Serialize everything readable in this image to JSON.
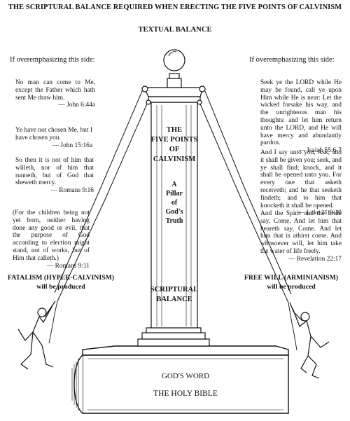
{
  "title": "THE SCRIPTURAL BALANCE REQUIRED WHEN ERECTING THE FIVE POINTS OF CALVINISM",
  "top_label": "TEXTUAL BALANCE",
  "left": {
    "warning": "If overemphasizing this side:",
    "verses": [
      {
        "text": "No man can come to Me, except the Father which hath sent Me draw him.",
        "ref": "— John 6:44a"
      },
      {
        "text": "Ye have not chosen Me, but I have chosen you.",
        "ref": "— John 15:16a"
      },
      {
        "text": "So then it is not of him that willeth, nor of him that runneth, but of God that sheweth mercy.",
        "ref": "— Romans 9:16"
      },
      {
        "text": "(For the children being not yet born, neither having done any good or evil, that the purpose of God according to election might stand, not of works, but of Him that calleth.)",
        "ref": "— Romans 9:11"
      }
    ],
    "result_title": "FATALISM (HYPER-CALVINISM)",
    "result_sub": "will be produced"
  },
  "right": {
    "warning": "If overemphasizing this side:",
    "verses": [
      {
        "text": "Seek ye the LORD while He may be found, call ye upon Him while He is near: Let the wicked forsake his way, and the unrighteous man his thoughts: and let him return unto the LORD, and He will have mercy and abundantly pardon.",
        "ref": "— Isaiah 55:6-7"
      },
      {
        "text": "And I say unto you, Ask, and it shall be given you; seek, and ye shall find; knock, and it shall be opened unto you. For every one that asketh receiveth; and he that seeketh findeth; and to him that knocketh it shall be opened.",
        "ref": "— Luke 11:9-10"
      },
      {
        "text": "And the Spirit and the bride say, Come. And let him that heareth say, Come. And let him that is athirst come. And whosoever will, let him take the water of life freely.",
        "ref": "— Revelation 22:17"
      }
    ],
    "result_title": "FREE WILL (ARMINIANISM)",
    "result_sub": "will be produced"
  },
  "pillar": {
    "line1": "THE",
    "line2": "FIVE POINTS",
    "line3": "OF",
    "line4": "CALVINISM",
    "sub1": "A",
    "sub2": "Pillar",
    "sub3": "of",
    "sub4": "God's",
    "sub5": "Truth",
    "base1": "SCRIPTURAL",
    "base2": "BALANCE"
  },
  "bible": {
    "line1": "GOD'S WORD",
    "line2": "THE HOLY BIBLE"
  },
  "colors": {
    "ink": "#111111",
    "paper": "#ffffff"
  }
}
